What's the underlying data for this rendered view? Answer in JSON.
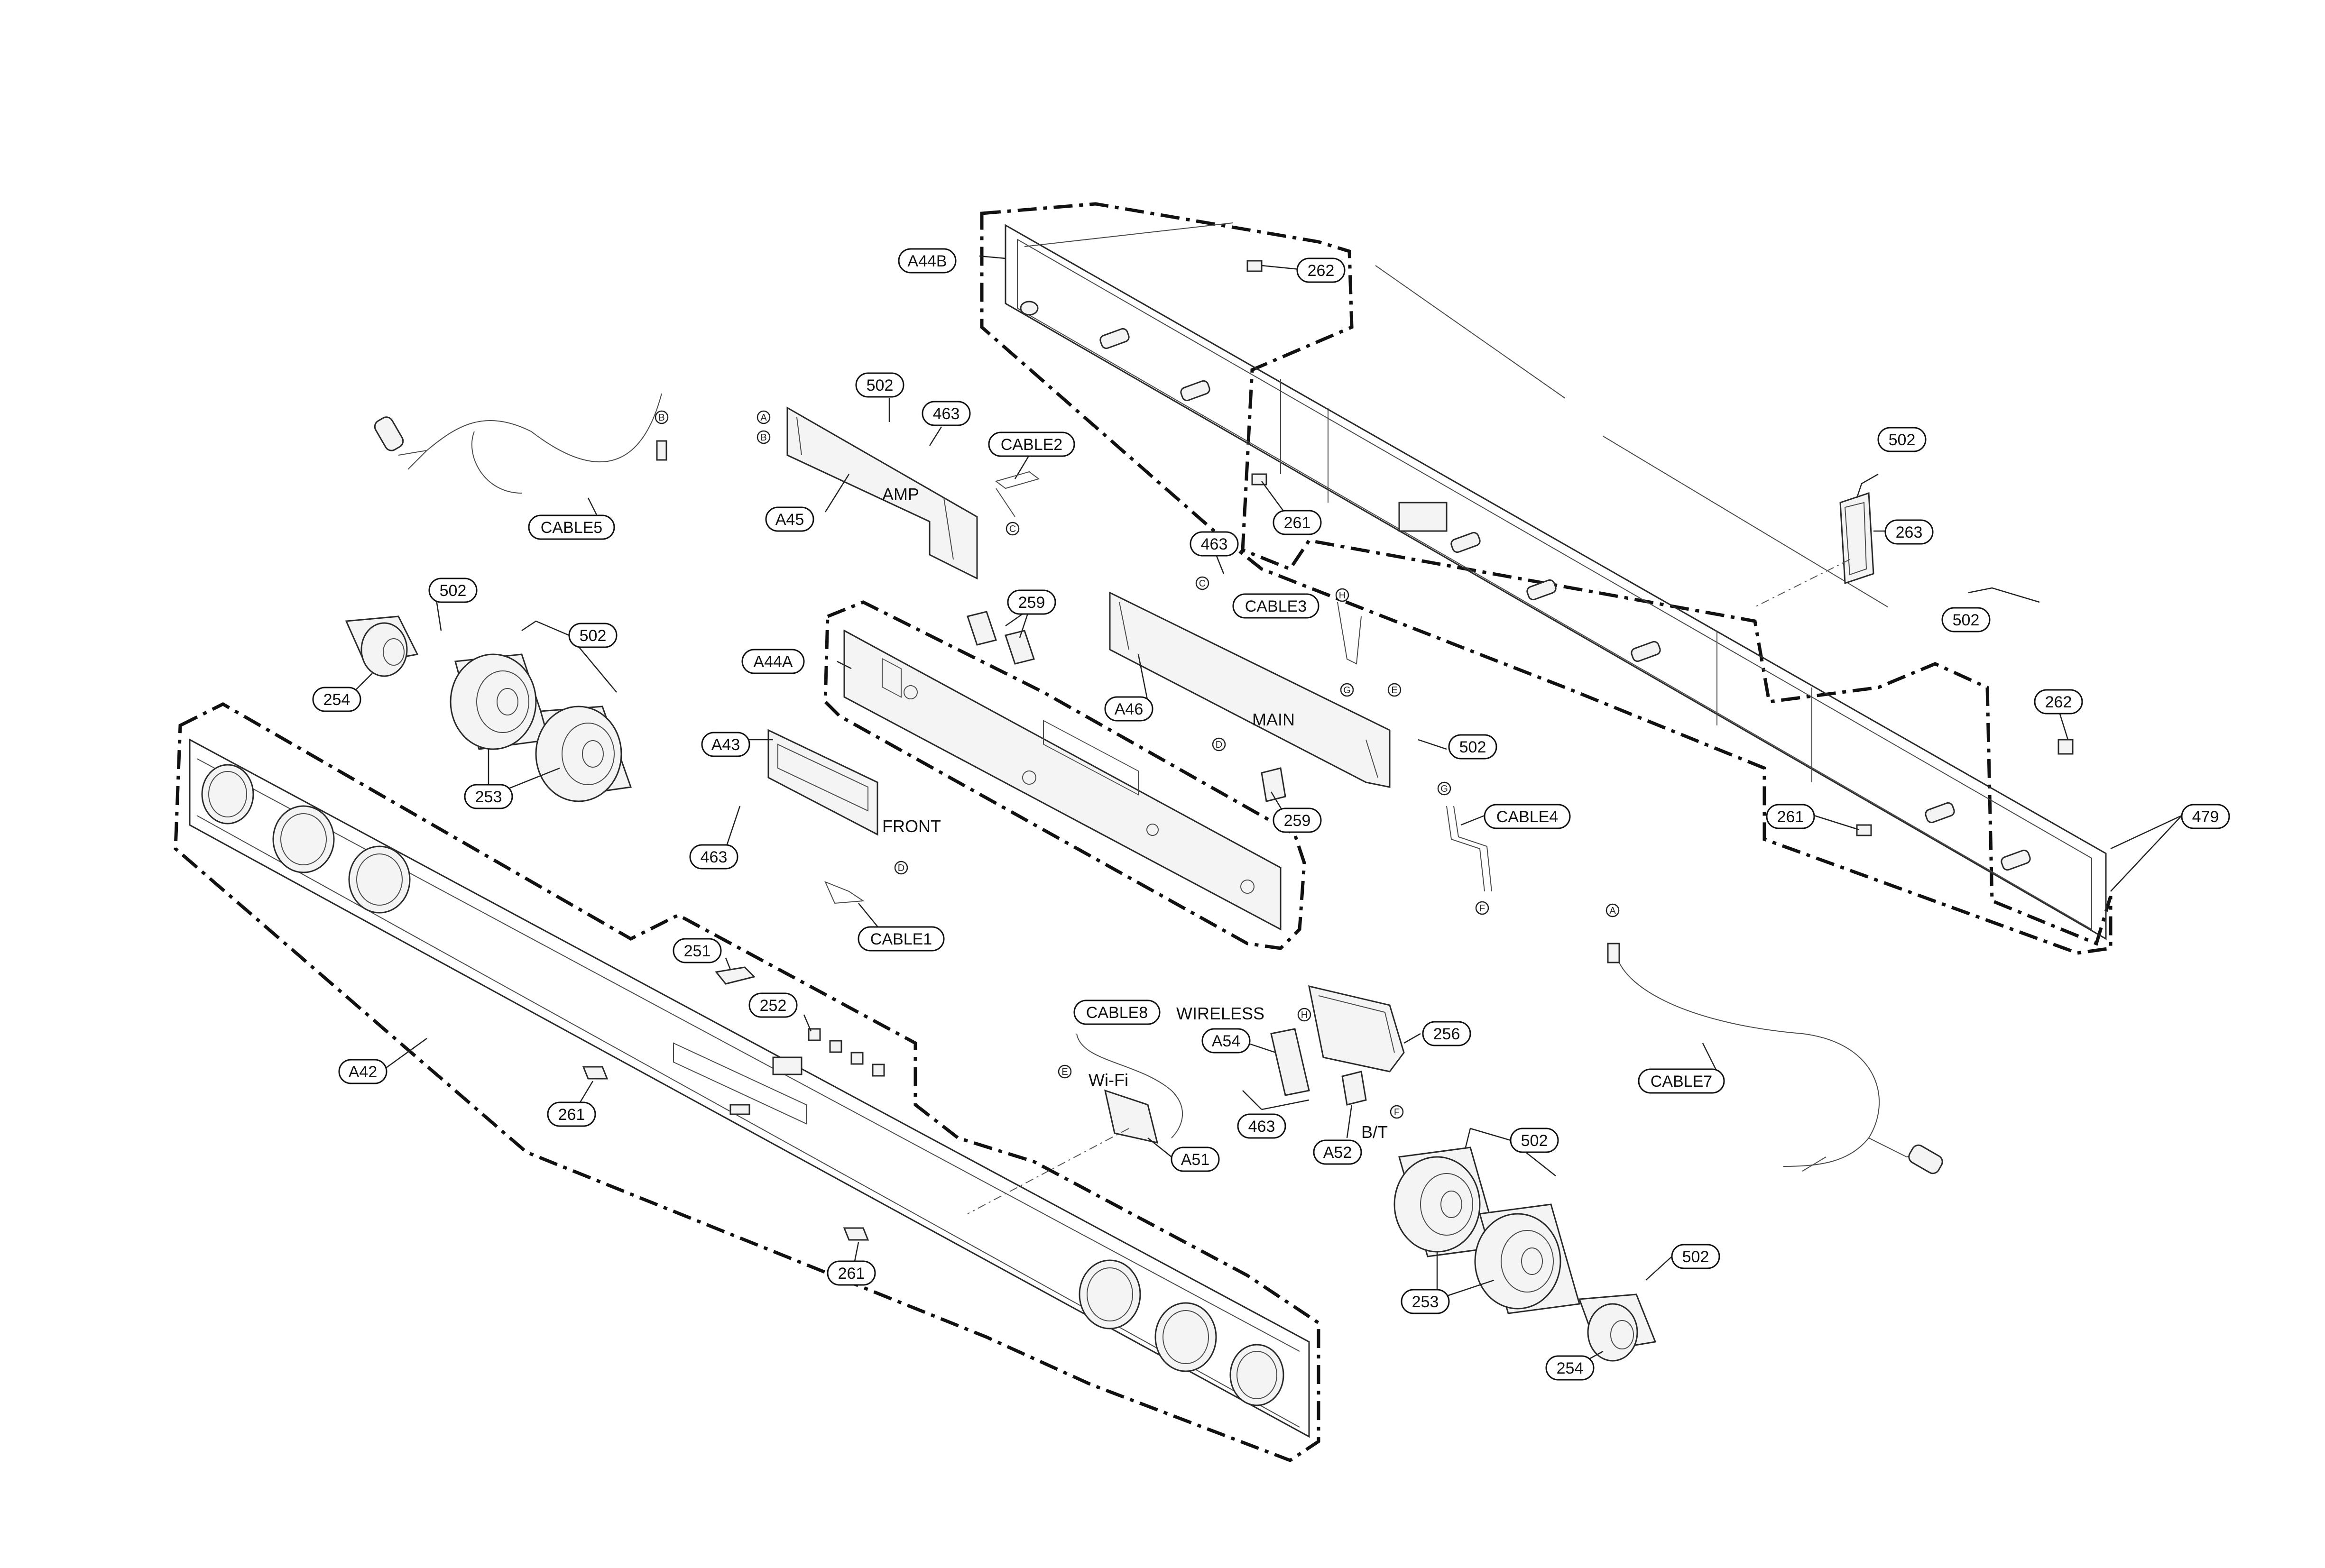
{
  "callouts": {
    "a44b": "A44B",
    "p262_top": "262",
    "p502_amp": "502",
    "p463_amp": "463",
    "cable2": "CABLE2",
    "a45": "A45",
    "cable5": "CABLE5",
    "p261_top": "261",
    "p502_r1": "502",
    "p263": "263",
    "p463_main": "463",
    "cable3": "CABLE3",
    "p502_lspk": "502",
    "p502_lspk2": "502",
    "p259_top": "259",
    "a44a": "A44A",
    "p254_l": "254",
    "a46": "A46",
    "p502_main": "502",
    "p502_r2": "502",
    "p262_r": "262",
    "a43": "A43",
    "p253_l": "253",
    "p259_bot": "259",
    "cable4": "CABLE4",
    "p261_r": "261",
    "p479": "479",
    "p463_front": "463",
    "cable1": "CABLE1",
    "p251": "251",
    "p252": "252",
    "cable8": "CABLE8",
    "a54": "A54",
    "p256": "256",
    "a42": "A42",
    "p261_bar1": "261",
    "p463_wl": "463",
    "a51": "A51",
    "a52": "A52",
    "cable7": "CABLE7",
    "p502_rspk": "502",
    "p253_r": "253",
    "p502_rspk2": "502",
    "p261_bar2": "261",
    "p254_r": "254"
  },
  "labels": {
    "amp": "AMP",
    "main": "MAIN",
    "front": "FRONT",
    "wireless": "WIRELESS",
    "wifi": "Wi-Fi",
    "bt": "B/T"
  },
  "connectors": {
    "a": "A",
    "b": "B",
    "c": "C",
    "d": "D",
    "e": "E",
    "f": "F",
    "g": "G",
    "h": "H"
  }
}
